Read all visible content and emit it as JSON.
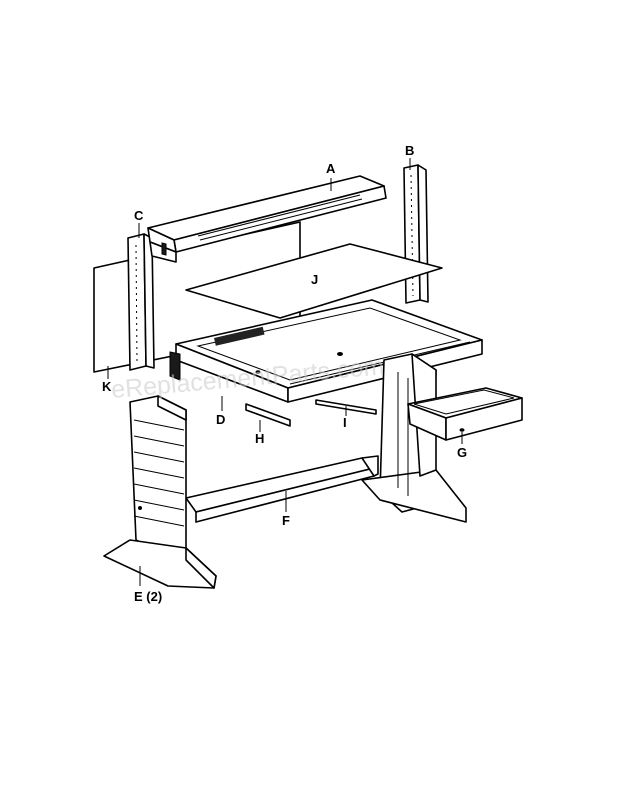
{
  "diagram": {
    "watermark": "eReplacementParts.com",
    "parts": [
      {
        "id": "A",
        "label": "A"
      },
      {
        "id": "B",
        "label": "B"
      },
      {
        "id": "C",
        "label": "C"
      },
      {
        "id": "D",
        "label": "D"
      },
      {
        "id": "E",
        "label": "E (2)"
      },
      {
        "id": "F",
        "label": "F"
      },
      {
        "id": "G",
        "label": "G"
      },
      {
        "id": "H",
        "label": "H"
      },
      {
        "id": "I",
        "label": "I"
      },
      {
        "id": "J",
        "label": "J"
      },
      {
        "id": "K",
        "label": "K"
      }
    ]
  }
}
